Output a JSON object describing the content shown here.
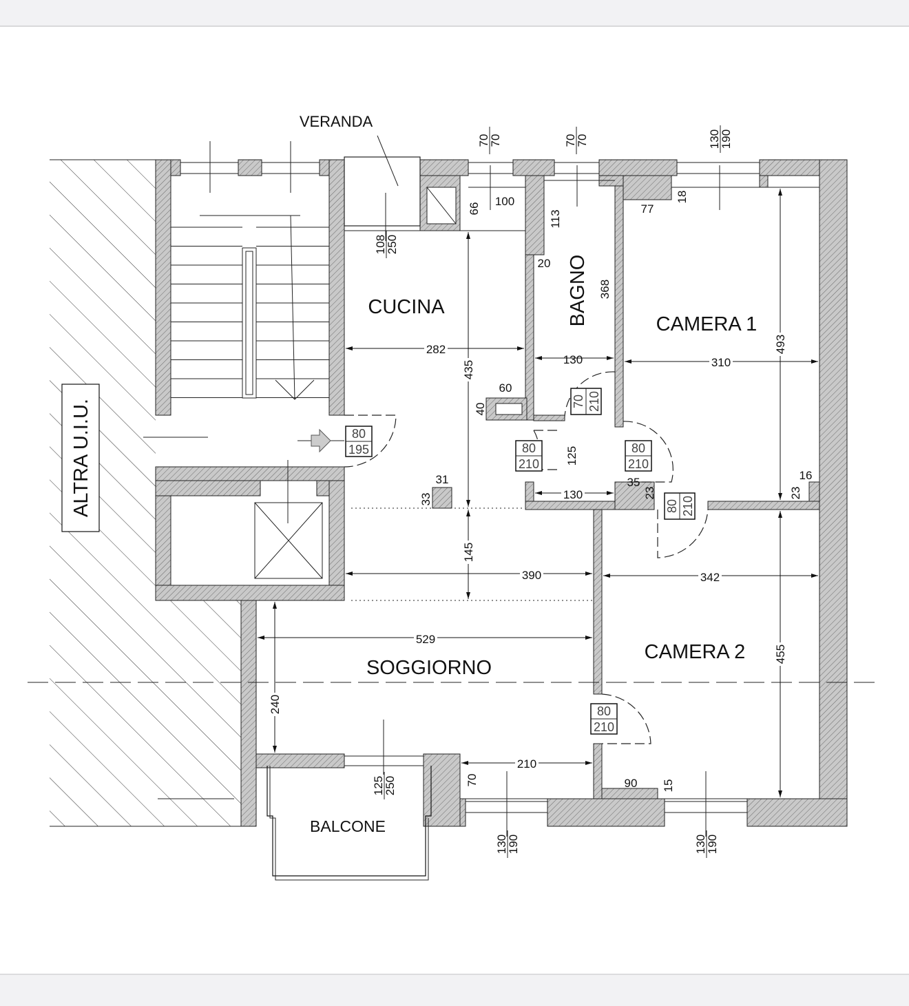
{
  "rooms": {
    "veranda": "VERANDA",
    "cucina": "CUCINA",
    "bagno": "BAGNO",
    "camera_1": "CAMERA 1",
    "camera_2": "CAMERA 2",
    "soggiorno": "SOGGIORNO",
    "balcone": "BALCONE",
    "altra_uiu": "ALTRA U.I.U."
  },
  "dims": [
    "282",
    "130",
    "310",
    "435",
    "493",
    "368",
    "113",
    "20",
    "66",
    "100",
    "77",
    "18",
    "60",
    "40",
    "125",
    "130",
    "35",
    "23",
    "16",
    "23",
    "31",
    "33",
    "145",
    "390",
    "342",
    "529",
    "455",
    "240",
    "210",
    "70",
    "90",
    "15"
  ],
  "windows": [
    {
      "width": "70",
      "height": "70"
    },
    {
      "width": "70",
      "height": "70"
    },
    {
      "width": "130",
      "height": "190"
    },
    {
      "width": "108",
      "height": "250"
    },
    {
      "width": "125",
      "height": "250"
    },
    {
      "width": "130",
      "height": "190"
    },
    {
      "width": "130",
      "height": "190"
    }
  ],
  "doors": [
    {
      "width": "80",
      "height": "195"
    },
    {
      "width": "70",
      "height": "210"
    },
    {
      "width": "80",
      "height": "210"
    },
    {
      "width": "80",
      "height": "210"
    },
    {
      "width": "80",
      "height": "210"
    },
    {
      "width": "80",
      "height": "210"
    }
  ],
  "colors": {
    "wall": "#c4c4c4",
    "line": "#111111"
  }
}
